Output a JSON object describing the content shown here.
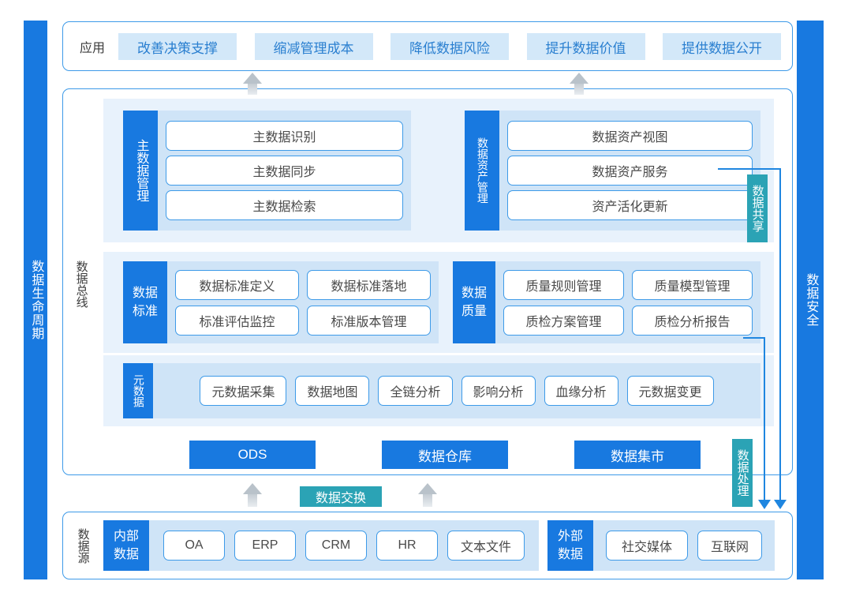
{
  "rails": {
    "left": {
      "label": "数据生命周期",
      "color": "#1879e0"
    },
    "right": {
      "label": "数据安全",
      "color": "#1879e0"
    }
  },
  "captions": {
    "application": "应用",
    "data_bus": "数据总线",
    "data_source": "数据源"
  },
  "application": {
    "chips": [
      "改善决策支撑",
      "缩减管理成本",
      "降低数据风险",
      "提升数据价值",
      "提供数据公开"
    ],
    "chip_bg": "#d3e8f9",
    "chip_color": "#2a7fd0"
  },
  "core": {
    "row1": [
      {
        "head": "主数据管理",
        "items": [
          "主数据识别",
          "主数据同步",
          "主数据检索"
        ]
      },
      {
        "head": "数据资产管理",
        "items": [
          "数据资产视图",
          "数据资产服务",
          "资产活化更新"
        ]
      }
    ],
    "row2": [
      {
        "head": "数据标准",
        "items": [
          "数据标准定义",
          "数据标准落地",
          "标准评估监控",
          "标准版本管理"
        ]
      },
      {
        "head": "数据质量",
        "items": [
          "质量规则管理",
          "质量模型管理",
          "质检方案管理",
          "质检分析报告"
        ]
      }
    ],
    "row3": {
      "head": "元数据",
      "items": [
        "元数据采集",
        "数据地图",
        "全链分析",
        "影响分析",
        "血缘分析",
        "元数据变更"
      ]
    },
    "storage": [
      "ODS",
      "数据仓库",
      "数据集市"
    ]
  },
  "tags": {
    "data_share": "数据共享",
    "data_process": "数据处理",
    "data_exchange": "数据交换",
    "teal": "#2ba3b5"
  },
  "source": {
    "internal": {
      "head": "内部数据",
      "items": [
        "OA",
        "ERP",
        "CRM",
        "HR",
        "文本文件"
      ]
    },
    "external": {
      "head": "外部数据",
      "items": [
        "社交媒体",
        "互联网"
      ]
    }
  },
  "colors": {
    "primary_blue": "#1879e0",
    "border_blue": "#3d9ae8",
    "band_bg": "#e8f2fc",
    "group_bg": "#cfe4f7",
    "teal": "#2ba3b5"
  }
}
